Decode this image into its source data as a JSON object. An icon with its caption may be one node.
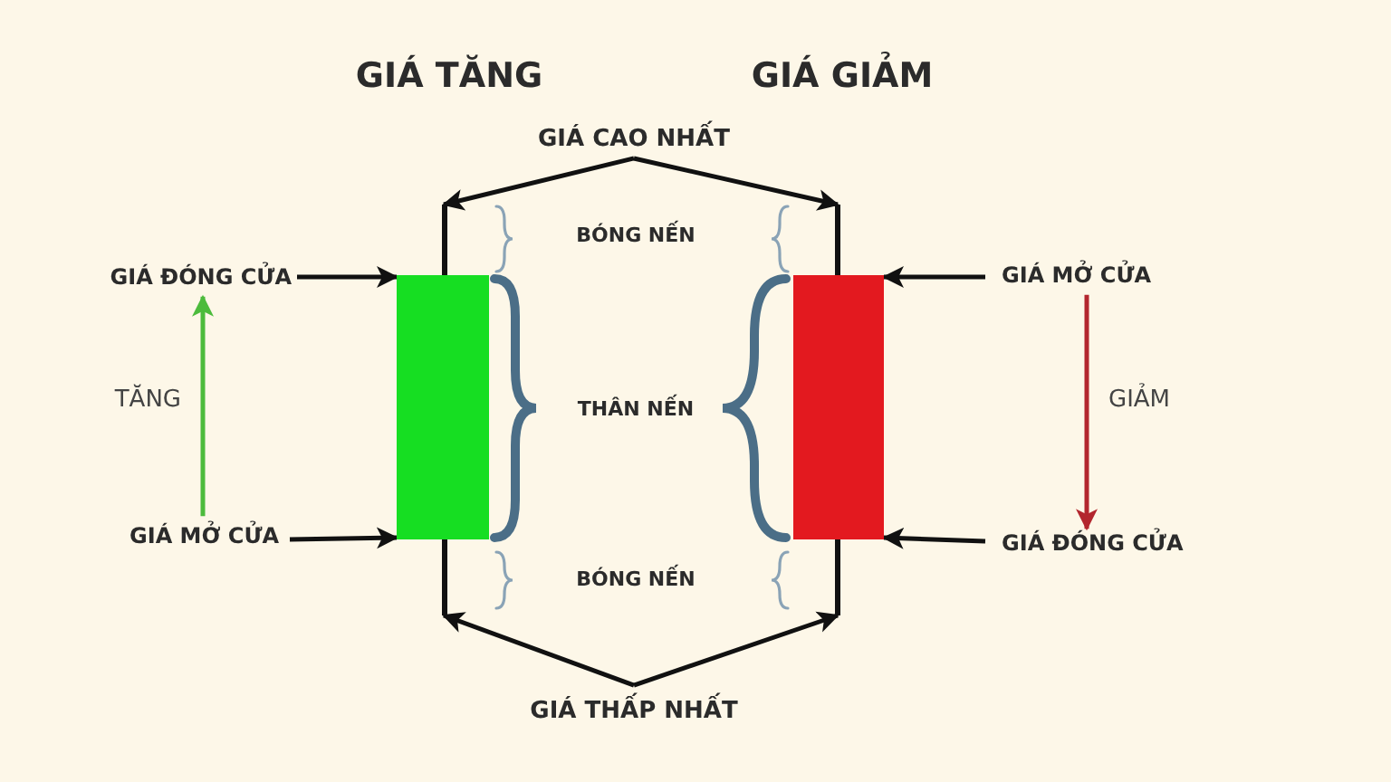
{
  "diagram": {
    "nodes": [
      {
        "text": [
          "GIÁ CAO NHẤT"
        ]
      },
      {
        "text": [],
        "shape": "line"
      },
      {
        "text": [],
        "shape": "line"
      },
      {
        "text": [
          "GIÁ ĐÓNG CỬA"
        ]
      },
      {
        "text": [],
        "shape": "bar"
      },
      {
        "text": [],
        "shape": "bar"
      },
      {
        "text": [
          "GIÁ MỞ CỬA"
        ]
      },
      {
        "text": [
          "GIÁ MỞ CỬA"
        ]
      },
      {
        "text": [
          "GIÁ ĐÓNG CỬA"
        ]
      },
      {
        "text": [],
        "shape": "line"
      },
      {
        "text": [],
        "shape": "line"
      },
      {
        "text": [
          "GIÁ THẤP NHẤT"
        ]
      }
    ],
    "edges": [
      {
        "from": 0,
        "to": 1,
        "arrow": "to"
      },
      {
        "from": 0,
        "to": 2,
        "arrow": "to"
      },
      {
        "from": 3,
        "to": 4,
        "arrow": "to"
      },
      {
        "from": 6,
        "to": 5,
        "arrow": "to"
      },
      {
        "from": 7,
        "to": 3,
        "arrow": "to",
        "label": "TĂNG",
        "color": "#4cbb3c"
      },
      {
        "from": 7,
        "to": 4,
        "arrow": "to"
      },
      {
        "from": 6,
        "to": 8,
        "arrow": "to",
        "label": "GIẢM",
        "color": "#b3262e"
      },
      {
        "from": 8,
        "to": 5,
        "arrow": "to"
      },
      {
        "from": 11,
        "to": 9,
        "arrow": "to"
      },
      {
        "from": 11,
        "to": 10,
        "arrow": "to"
      }
    ],
    "labels": [
      "GIÁ TĂNG",
      "GIÁ GIẢM",
      "BÓNG NẾN",
      "THÂN NẾN",
      "BÓNG NẾN"
    ]
  }
}
